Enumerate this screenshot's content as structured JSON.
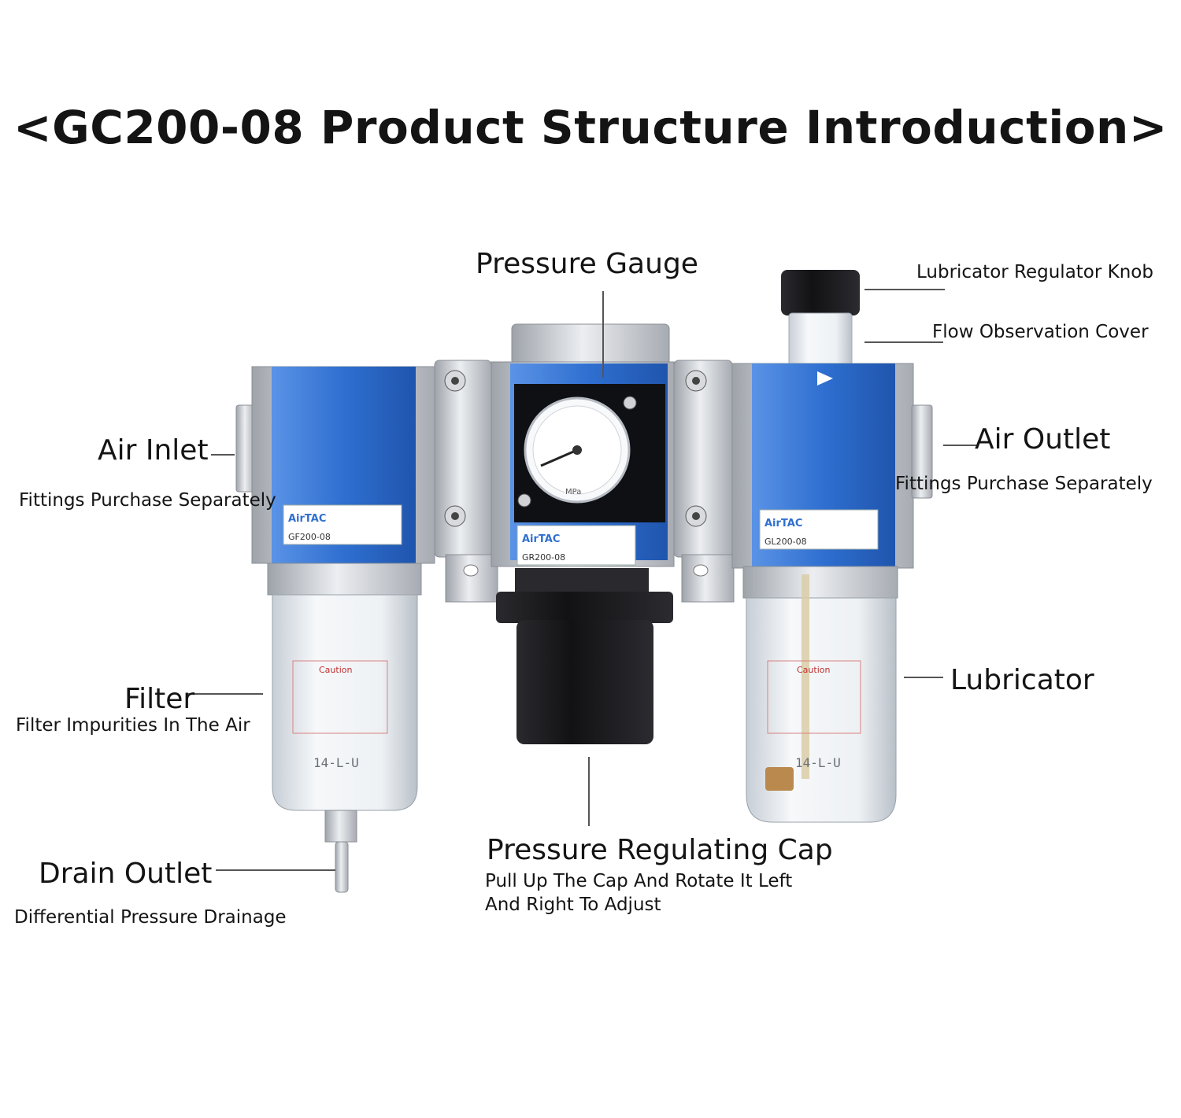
{
  "title": "<GC200-08 Product Structure Introduction>",
  "labels": {
    "pressure_gauge": "Pressure Gauge",
    "lubricator_knob": "Lubricator Regulator Knob",
    "flow_cover": "Flow Observation Cover",
    "air_inlet": "Air Inlet",
    "air_inlet_note": "Fittings Purchase Separately",
    "air_outlet": "Air Outlet",
    "air_outlet_note": "Fittings Purchase Separately",
    "filter": "Filter",
    "filter_note": "Filter Impurities In The Air",
    "lubricator": "Lubricator",
    "drain_outlet": "Drain Outlet",
    "drain_note": "Differential Pressure Drainage",
    "pressure_cap": "Pressure Regulating Cap",
    "pressure_cap_note1": "Pull Up The Cap And Rotate It Left",
    "pressure_cap_note2": "And Right To Adjust"
  },
  "product": {
    "brand": "AirTAC",
    "filter_model": "GF200-08",
    "regulator_model": "GR200-08",
    "lubricator_model": "GL200-08",
    "bowl_marking": "14-L-U",
    "gauge_unit": "MPa",
    "caution": "Caution"
  },
  "colors": {
    "body_blue": "#2f6fd0",
    "metal": "#c9ccd2",
    "bowl": "#eef2f6",
    "knob": "#1e1e22"
  }
}
